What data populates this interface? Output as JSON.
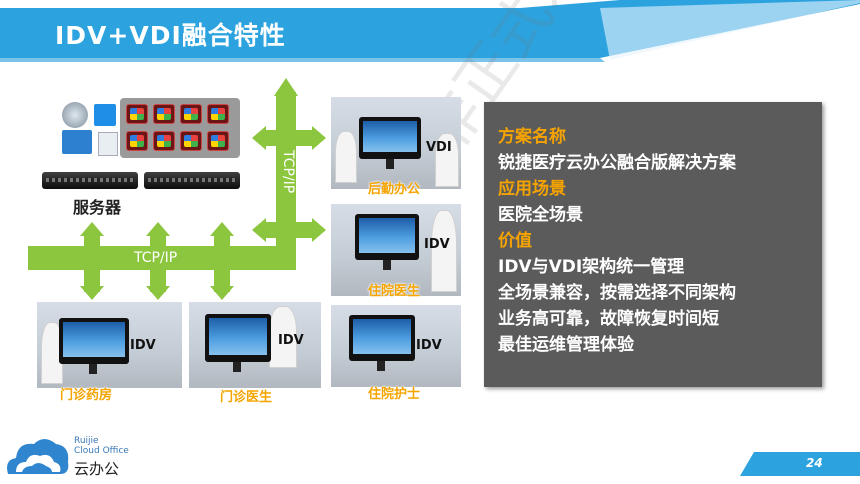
{
  "header": {
    "title": "IDV+VDI融合特性",
    "watermark": "非正式水印"
  },
  "diagram": {
    "server_label": "服务器",
    "tcp_horizontal": "TCP/IP",
    "tcp_vertical": "TCP/IP",
    "scenarios": [
      {
        "caption": "后勤办公",
        "device": "VDI"
      },
      {
        "caption": "住院医生",
        "device": "IDV"
      },
      {
        "caption": "门诊药房",
        "device": "IDV"
      },
      {
        "caption": "门诊医生",
        "device": "IDV"
      },
      {
        "caption": "住院护士",
        "device": "IDV"
      }
    ]
  },
  "info_box": {
    "solution_heading": "方案名称",
    "solution_name": "锐捷医疗云办公融合版解决方案",
    "scenario_heading": "应用场景",
    "scenario_text": "医院全场景",
    "value_heading": "价值",
    "value_items": [
      "IDV与VDI架构统一管理",
      "全场景兼容，按需选择不同架构",
      "业务高可靠，故障恢复时间短",
      "最佳运维管理体验"
    ]
  },
  "footer": {
    "brand_en_line1": "Ruijie",
    "brand_en_line2": "Cloud Office",
    "brand_cn": "云办公",
    "page_number": "24"
  },
  "colors": {
    "accent_blue": "#29a0dc",
    "arrow_green": "#8cc63f",
    "heading_orange": "#f5a300",
    "box_gray": "#5b5b5b"
  }
}
